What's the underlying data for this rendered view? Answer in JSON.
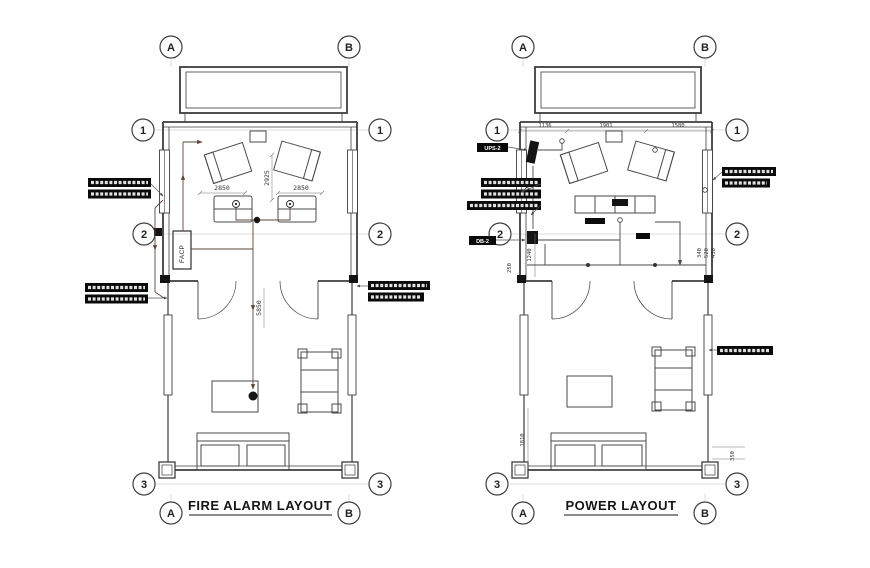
{
  "colors": {
    "background": "#ffffff",
    "line": "#3d3d3d",
    "annotation_bar": "#0a0a0a",
    "fire_wiring": "#5a443c",
    "power_wiring": "#474747"
  },
  "grid_labels": {
    "a": "A",
    "b": "B",
    "r1": "1",
    "r2": "2",
    "r3": "3"
  },
  "fire_plan": {
    "title": "FIRE ALARM LAYOUT",
    "facp_label": "FACP",
    "dims": {
      "bed_left": "2850",
      "bed_center": "2925",
      "bed_right": "2850",
      "hall_height": "5850"
    }
  },
  "power_plan": {
    "title": "POWER LAYOUT",
    "ups_label": "UPS-2",
    "db_label": "DB-2",
    "dims": {
      "top_left": "1136",
      "top_mid": "1901",
      "top_right": "1580",
      "left_upper": "1240",
      "left_lower": "250",
      "right_a": "340",
      "right_b": "520",
      "right_c": "450",
      "left_bottom": "1810",
      "bottom_right": "350"
    }
  }
}
